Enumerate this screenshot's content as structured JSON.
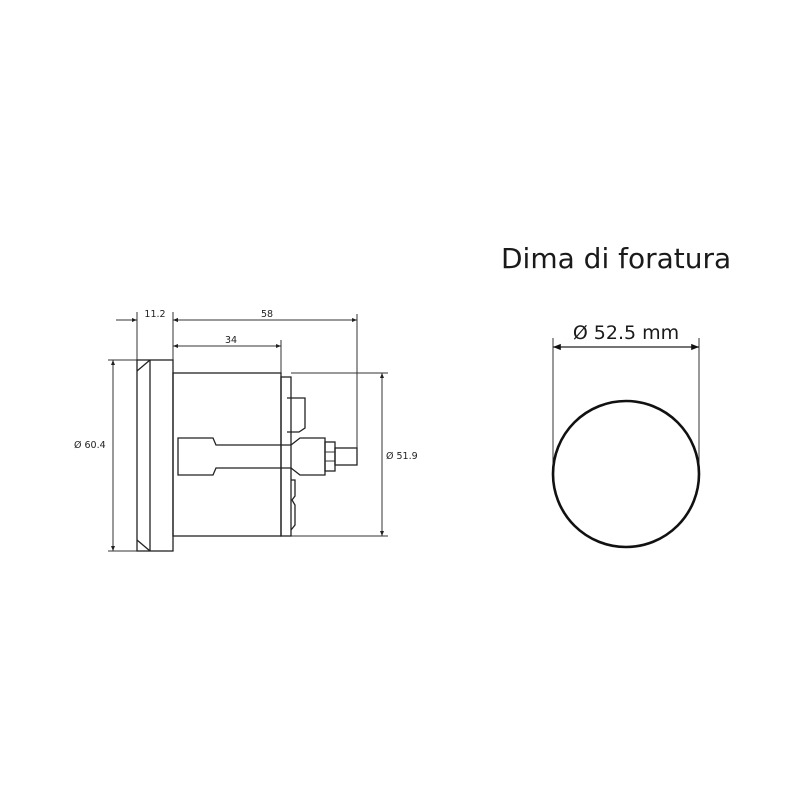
{
  "title": "Dima di foratura",
  "side_view": {
    "dimensions": {
      "bezel_depth": "11.2",
      "total_depth": "58",
      "body_depth": "34",
      "bezel_diameter": "Ø 60.4",
      "body_diameter": "Ø 51.9"
    }
  },
  "drilling_template": {
    "hole_diameter_label": "Ø 52.5 mm"
  },
  "colors": {
    "background": "#ffffff",
    "line": "#222222"
  }
}
